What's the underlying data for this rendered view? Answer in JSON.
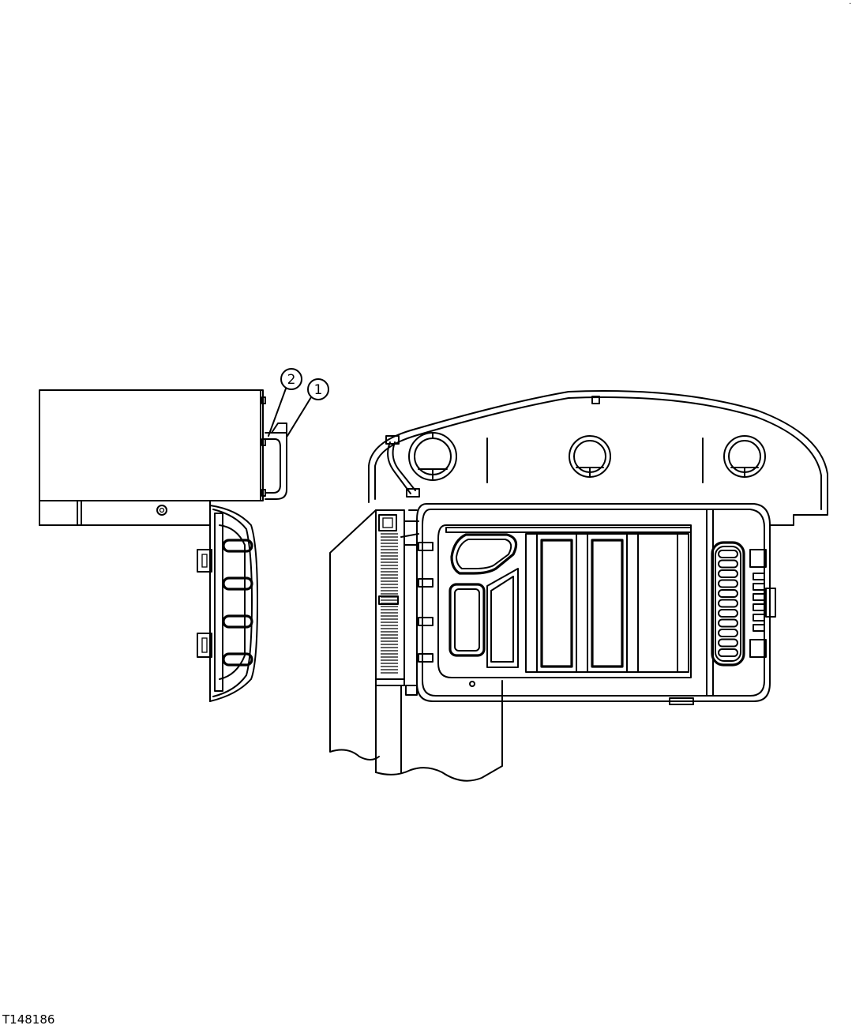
{
  "figure": {
    "id_label": "T148186",
    "corner_mark": "·"
  },
  "callouts": [
    {
      "number": "1",
      "label_text": "1"
    },
    {
      "number": "2",
      "label_text": "2"
    }
  ]
}
